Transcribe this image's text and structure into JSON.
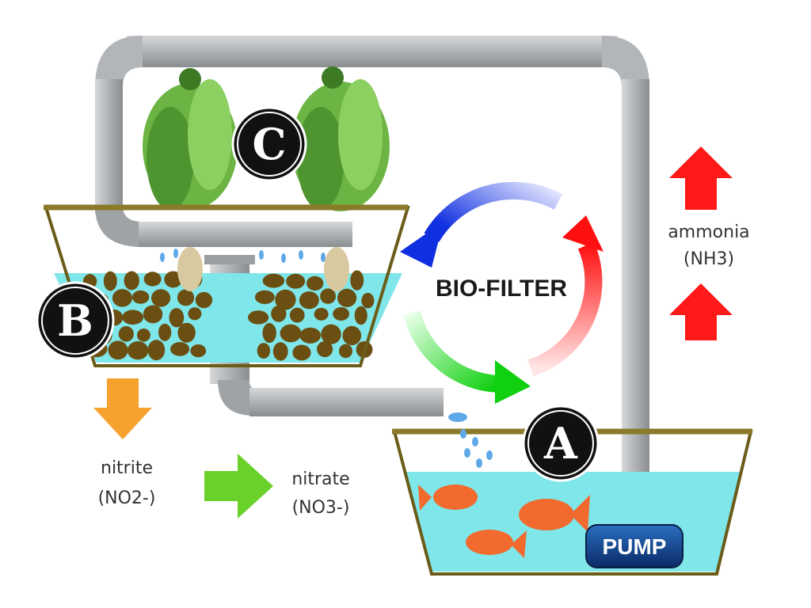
{
  "labels": {
    "plant_bed": "C",
    "grow_bed": "B",
    "fish_tank": "A",
    "biofilter": "BIO-FILTER",
    "ammonia": "ammonia",
    "ammonia_formula": "(NH3)",
    "nitrite": "nitrite",
    "nitrite_formula": "(NO2-)",
    "nitrate": "nitrate",
    "nitrate_formula": "(NO3-)",
    "pump": "PUMP"
  },
  "colors": {
    "pipe": "#a9acaf",
    "water": "#7fe6ea",
    "pebble": "#6b4f12",
    "ammonia_arrow": "#ff1a1a",
    "nitrite_arrow": "#f7a12e",
    "nitrate_arrow": "#6ad12a",
    "pump": "#0d3a80",
    "fish": "#f26a2e",
    "lettuce": "#5fa83a"
  },
  "icons": [
    "lettuce-icon",
    "fish-icon",
    "pump-icon",
    "cycle-arrows-icon",
    "up-arrow-icon",
    "down-arrow-icon",
    "right-arrow-icon"
  ]
}
